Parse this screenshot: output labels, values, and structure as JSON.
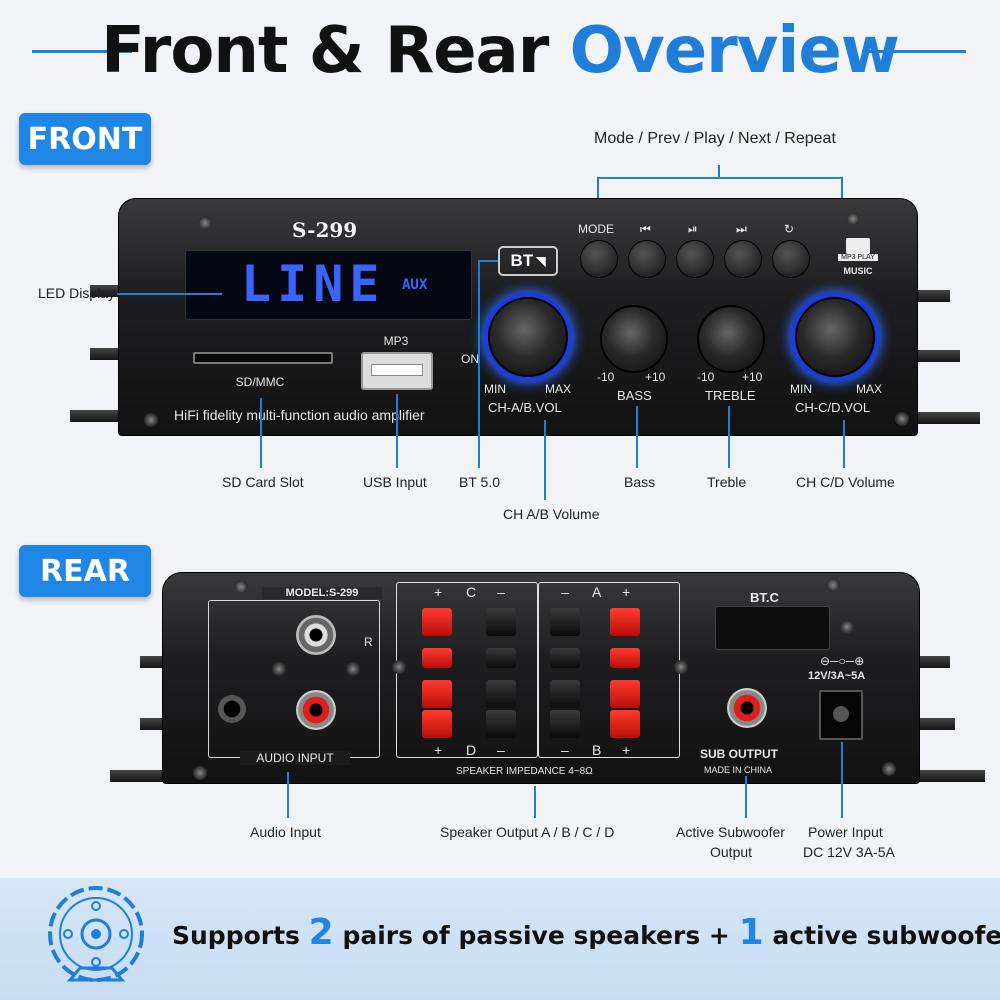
{
  "header": {
    "title_dark": "Front & Rear",
    "title_blue": "Overview"
  },
  "front": {
    "badge": "FRONT",
    "model": "S-299",
    "led_text": "LINE",
    "led_sub": "AUX",
    "sd_label": "SD/MMC",
    "mp3_label": "MP3",
    "bt_badge": "BT",
    "on_label": "ON",
    "panel_text": "HiFi fidelity multi-function audio amplifier",
    "mode_label": "MODE",
    "mp3_play_label": "MP3 PLAY",
    "music_label": "MUSIC",
    "knobs": {
      "chab": {
        "min": "MIN",
        "max": "MAX",
        "name": "CH-A/B.VOL"
      },
      "bass": {
        "min": "-10",
        "max": "+10",
        "name": "BASS"
      },
      "treble": {
        "min": "-10",
        "max": "+10",
        "name": "TREBLE"
      },
      "chcd": {
        "min": "MIN",
        "max": "MAX",
        "name": "CH-C/D.VOL"
      }
    },
    "callouts": {
      "buttons": "Mode / Prev / Play / Next / Repeat",
      "led": "LED Display",
      "sd": "SD Card Slot",
      "usb": "USB Input",
      "bt": "BT 5.0",
      "chab": "CH A/B Volume",
      "bass": "Bass",
      "treble": "Treble",
      "chcd": "CH C/D Volume"
    }
  },
  "rear": {
    "badge": "REAR",
    "model": "MODEL:S-299",
    "audio_input": "AUDIO INPUT",
    "r_label": "R",
    "terminals_top_left": [
      "+",
      "C",
      "–"
    ],
    "terminals_top_right": [
      "–",
      "A",
      "+"
    ],
    "terminals_bottom_left": [
      "+",
      "D",
      "–"
    ],
    "terminals_bottom_right": [
      "–",
      "B",
      "+"
    ],
    "impedance": "SPEAKER IMPEDANCE 4~8Ω",
    "btc": "BT.C",
    "dc_label": "12V/3A~5A",
    "sub_output": "SUB OUTPUT",
    "made_in": "MADE IN CHINA",
    "callouts": {
      "audio": "Audio Input",
      "speaker": "Speaker Output A / B / C / D",
      "sub_line1": "Active Subwoofer",
      "sub_line2": "Output",
      "power_line1": "Power Input",
      "power_line2": "DC 12V 3A-5A"
    }
  },
  "footer": {
    "t1": "Supports",
    "n1": "2",
    "t2": "pairs of passive speakers +",
    "n2": "1",
    "t3": "active subwoofer"
  },
  "colors": {
    "accent": "#1f7fd8",
    "badge": "#1f86e6",
    "led": "#3b63ff",
    "terminal_red": "#e21d1d"
  }
}
